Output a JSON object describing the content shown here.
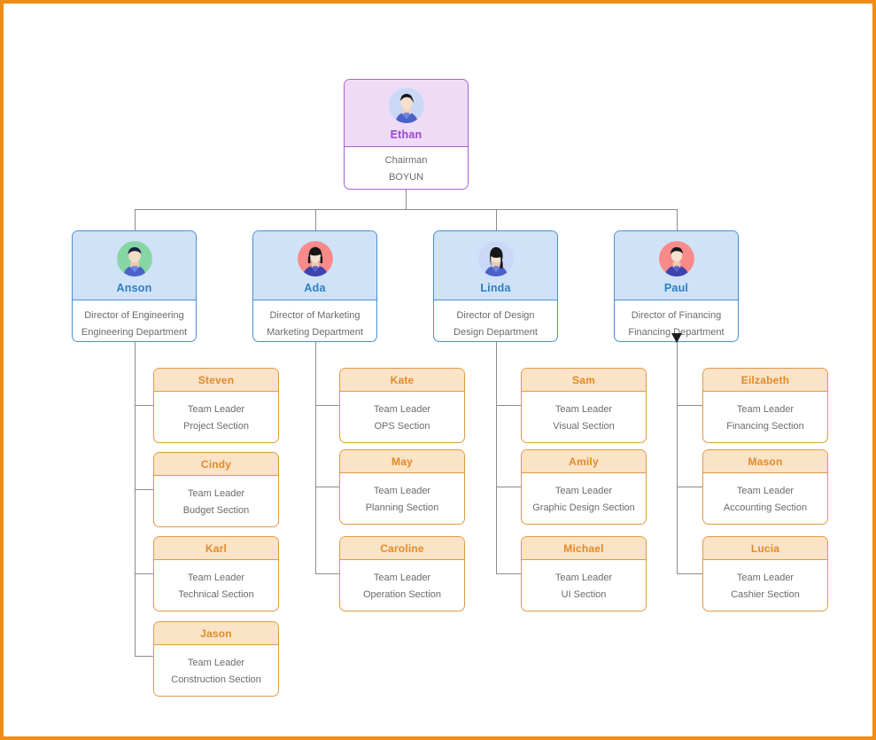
{
  "theme": {
    "page_border": "#f18c16",
    "connector": "#8c8c8c",
    "root_accent": "#9b45cf",
    "root_fill": "#eedcf7",
    "director_accent": "#2c7fc4",
    "director_fill": "#cfe2f7",
    "leader_accent": "#e08b28",
    "leader_fill": "#fae3c6",
    "body_text": "#6b6b6b"
  },
  "chart_data": {
    "type": "diagram",
    "title": "Organizational Chart",
    "levels": [
      "Chairman",
      "Director",
      "Team Leader"
    ],
    "nodes": [
      {
        "id": "ethan",
        "name": "Ethan",
        "role": "Chairman",
        "unit": "BOYUN",
        "level": 0,
        "parent": null
      },
      {
        "id": "anson",
        "name": "Anson",
        "role": "Director of Engineering",
        "unit": "Engineering Department",
        "level": 1,
        "parent": "ethan"
      },
      {
        "id": "ada",
        "name": "Ada",
        "role": "Director of Marketing",
        "unit": "Marketing Department",
        "level": 1,
        "parent": "ethan"
      },
      {
        "id": "linda",
        "name": "Linda",
        "role": "Director of Design",
        "unit": "Design Department",
        "level": 1,
        "parent": "ethan"
      },
      {
        "id": "paul",
        "name": "Paul",
        "role": "Director of Financing",
        "unit": "Financing Department",
        "level": 1,
        "parent": "ethan"
      },
      {
        "id": "steven",
        "name": "Steven",
        "role": "Team Leader",
        "unit": "Project Section",
        "level": 2,
        "parent": "anson"
      },
      {
        "id": "cindy",
        "name": "Cindy",
        "role": "Team Leader",
        "unit": "Budget Section",
        "level": 2,
        "parent": "anson"
      },
      {
        "id": "karl",
        "name": "Karl",
        "role": "Team Leader",
        "unit": "Technical Section",
        "level": 2,
        "parent": "anson"
      },
      {
        "id": "jason",
        "name": "Jason",
        "role": "Team Leader",
        "unit": "Construction Section",
        "level": 2,
        "parent": "anson"
      },
      {
        "id": "kate",
        "name": "Kate",
        "role": "Team Leader",
        "unit": "OPS Section",
        "level": 2,
        "parent": "ada"
      },
      {
        "id": "may",
        "name": "May",
        "role": "Team Leader",
        "unit": "Planning Section",
        "level": 2,
        "parent": "ada"
      },
      {
        "id": "caroline",
        "name": "Caroline",
        "role": "Team Leader",
        "unit": "Operation Section",
        "level": 2,
        "parent": "ada"
      },
      {
        "id": "sam",
        "name": "Sam",
        "role": "Team Leader",
        "unit": "Visual Section",
        "level": 2,
        "parent": "linda"
      },
      {
        "id": "amily",
        "name": "Amily",
        "role": "Team Leader",
        "unit": "Graphic Design Section",
        "level": 2,
        "parent": "linda"
      },
      {
        "id": "michael",
        "name": "Michael",
        "role": "Team Leader",
        "unit": "UI Section",
        "level": 2,
        "parent": "linda"
      },
      {
        "id": "eilzabeth",
        "name": "Eilzabeth",
        "role": "Team Leader",
        "unit": "Financing Section",
        "level": 2,
        "parent": "paul"
      },
      {
        "id": "mason",
        "name": "Mason",
        "role": "Team Leader",
        "unit": "Accounting Section",
        "level": 2,
        "parent": "paul"
      },
      {
        "id": "lucia",
        "name": "Lucia",
        "role": "Team Leader",
        "unit": "Cashier Section",
        "level": 2,
        "parent": "paul"
      }
    ]
  },
  "root": {
    "name": "Ethan",
    "role": "Chairman",
    "unit": "BOYUN",
    "avatar": "avatar-ethan"
  },
  "directors": [
    {
      "name": "Anson",
      "role": "Director of Engineering",
      "unit": "Engineering Department",
      "avatar": "avatar-anson"
    },
    {
      "name": "Ada",
      "role": "Director of Marketing",
      "unit": "Marketing Department",
      "avatar": "avatar-ada"
    },
    {
      "name": "Linda",
      "role": "Director of Design",
      "unit": "Design Department",
      "avatar": "avatar-linda"
    },
    {
      "name": "Paul",
      "role": "Director of Financing",
      "unit": "Financing Department",
      "avatar": "avatar-paul"
    }
  ],
  "leaders": {
    "engineering": [
      {
        "name": "Steven",
        "role": "Team Leader",
        "unit": "Project Section"
      },
      {
        "name": "Cindy",
        "role": "Team Leader",
        "unit": "Budget Section"
      },
      {
        "name": "Karl",
        "role": "Team Leader",
        "unit": "Technical Section"
      },
      {
        "name": "Jason",
        "role": "Team Leader",
        "unit": "Construction Section"
      }
    ],
    "marketing": [
      {
        "name": "Kate",
        "role": "Team Leader",
        "unit": "OPS Section"
      },
      {
        "name": "May",
        "role": "Team Leader",
        "unit": "Planning Section"
      },
      {
        "name": "Caroline",
        "role": "Team Leader",
        "unit": "Operation Section"
      }
    ],
    "design": [
      {
        "name": "Sam",
        "role": "Team Leader",
        "unit": "Visual Section"
      },
      {
        "name": "Amily",
        "role": "Team Leader",
        "unit": "Graphic Design Section"
      },
      {
        "name": "Michael",
        "role": "Team Leader",
        "unit": "UI Section"
      }
    ],
    "financing": [
      {
        "name": "Eilzabeth",
        "role": "Team Leader",
        "unit": "Financing Section"
      },
      {
        "name": "Mason",
        "role": "Team Leader",
        "unit": "Accounting Section"
      },
      {
        "name": "Lucia",
        "role": "Team Leader",
        "unit": "Cashier Section"
      }
    ]
  }
}
